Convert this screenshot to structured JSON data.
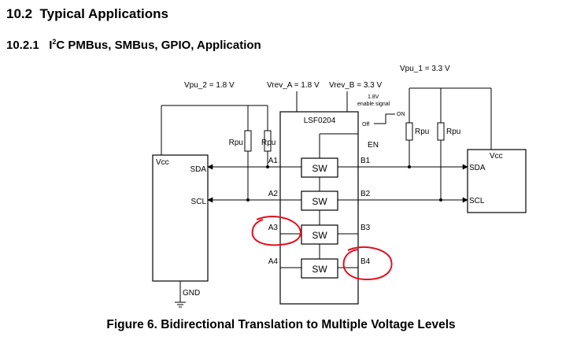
{
  "section": {
    "number": "10.2",
    "title": "Typical Applications"
  },
  "subsection": {
    "number": "10.2.1",
    "sup": "2",
    "title_pre": "I",
    "title_post": "C PMBus, SMBus, GPIO, Application"
  },
  "figure": {
    "caption": "Figure 6.  Bidirectional Translation to Multiple Voltage Levels"
  },
  "diagram": {
    "vpu1": "Vpu_1 = 3.3 V",
    "vpu2": "Vpu_2 = 1.8 V",
    "vrevA": "Vrev_A = 1.8 V",
    "vrevB": "Vrev_B = 3.3 V",
    "enable_level": "1.8V",
    "enable_signal": "enable signal",
    "on": "ON",
    "off": "Off",
    "chip": "LSF0204",
    "en": "EN",
    "switch": "SW",
    "a_pins": [
      "A1",
      "A2",
      "A3",
      "A4"
    ],
    "b_pins": [
      "B1",
      "B2",
      "B3",
      "B4"
    ],
    "rpu": "Rpu",
    "vcc": "Vcc",
    "sda": "SDA",
    "scl": "SCL",
    "gnd": "GND",
    "annotation_color": "#e0101e"
  }
}
